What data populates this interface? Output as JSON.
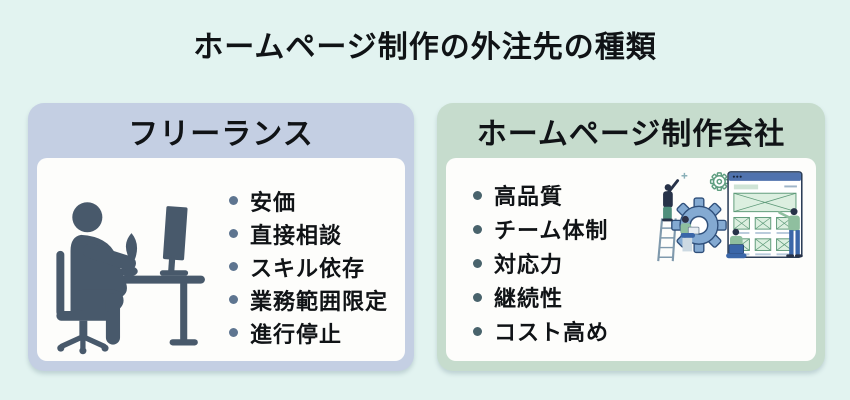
{
  "title": "ホームページ制作の外注先の種類",
  "cards": [
    {
      "header": "フリーランス",
      "items": [
        "安価",
        "直接相談",
        "スキル依存",
        "業務範囲限定",
        "進行停止"
      ],
      "illustration": "freelancer-working-at-desk"
    },
    {
      "header": "ホームページ制作会社",
      "items": [
        "高品質",
        "チーム体制",
        "対応力",
        "継続性",
        "コスト高め"
      ],
      "illustration": "team-building-website"
    }
  ],
  "colors": {
    "page-bg": "#e2f3f0",
    "card-blue": "#c4cfe3",
    "card-green": "#c6dccd",
    "card-body-bg": "#fdfdfb",
    "text": "#101316",
    "bullet-blue": "#5e7590",
    "bullet-green": "#49636c",
    "silhouette": "#48596b",
    "gear-blue": "#84aad2",
    "window-bar-blue": "#5073ae",
    "illus-green": "#8fbf9f",
    "illus-blue": "#3a66a8"
  }
}
